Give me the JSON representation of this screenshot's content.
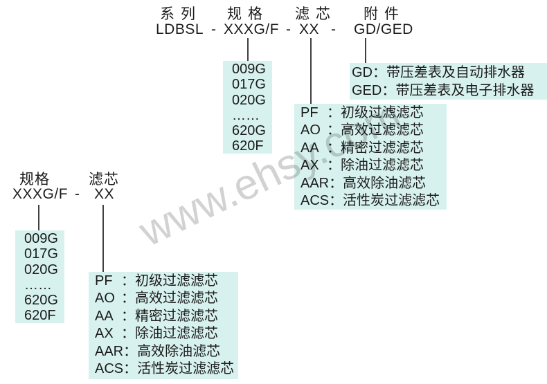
{
  "colors": {
    "box_bg": "#d7f2ee",
    "text": "#1b1b1b",
    "line": "#404040",
    "watermark": "#d2d2d2"
  },
  "watermark": {
    "text": "www.ehsy.com"
  },
  "top": {
    "labels": {
      "series": "系列",
      "spec": "规格",
      "filter": "滤芯",
      "accessory": "附件"
    },
    "model": {
      "series": "LDBSL",
      "sep1": "-",
      "spec": "XXXG/F",
      "sep2": "-",
      "filter": "XX",
      "sep3": "-",
      "accessory": "GD/GED"
    },
    "spec_options": [
      "009G",
      "017G",
      "020G",
      "……",
      "620G",
      "620F"
    ],
    "accessory_options": [
      {
        "code": "GD",
        "colon": "：",
        "desc": "带压差表及自动排水器"
      },
      {
        "code": "GED",
        "colon": "：",
        "desc": "带压差表及电子排水器"
      }
    ],
    "filter_options": [
      {
        "code": "PF",
        "colon": "：",
        "desc": "初级过滤滤芯"
      },
      {
        "code": "AO",
        "colon": "：",
        "desc": "高效过滤滤芯"
      },
      {
        "code": "AA",
        "colon": "：",
        "desc": "精密过滤滤芯"
      },
      {
        "code": "AX",
        "colon": "：",
        "desc": "除油过滤滤芯"
      },
      {
        "code": "AAR",
        "colon": "：",
        "desc": "高效除油滤芯"
      },
      {
        "code": "ACS",
        "colon": "：",
        "desc": "活性炭过滤滤芯"
      }
    ]
  },
  "bottom": {
    "labels": {
      "spec": "规格",
      "filter": "滤芯"
    },
    "model": {
      "spec": "XXXG/F",
      "sep": "-",
      "filter": "XX"
    },
    "spec_options": [
      "009G",
      "017G",
      "020G",
      "……",
      "620G",
      "620F"
    ],
    "filter_options": [
      {
        "code": "PF",
        "colon": "：",
        "desc": "初级过滤滤芯"
      },
      {
        "code": "AO",
        "colon": "：",
        "desc": "高效过滤滤芯"
      },
      {
        "code": "AA",
        "colon": "：",
        "desc": "精密过滤滤芯"
      },
      {
        "code": "AX",
        "colon": "：",
        "desc": "除油过滤滤芯"
      },
      {
        "code": "AAR",
        "colon": "：",
        "desc": "高效除油滤芯"
      },
      {
        "code": "ACS",
        "colon": "：",
        "desc": "活性炭过滤滤芯"
      }
    ]
  }
}
